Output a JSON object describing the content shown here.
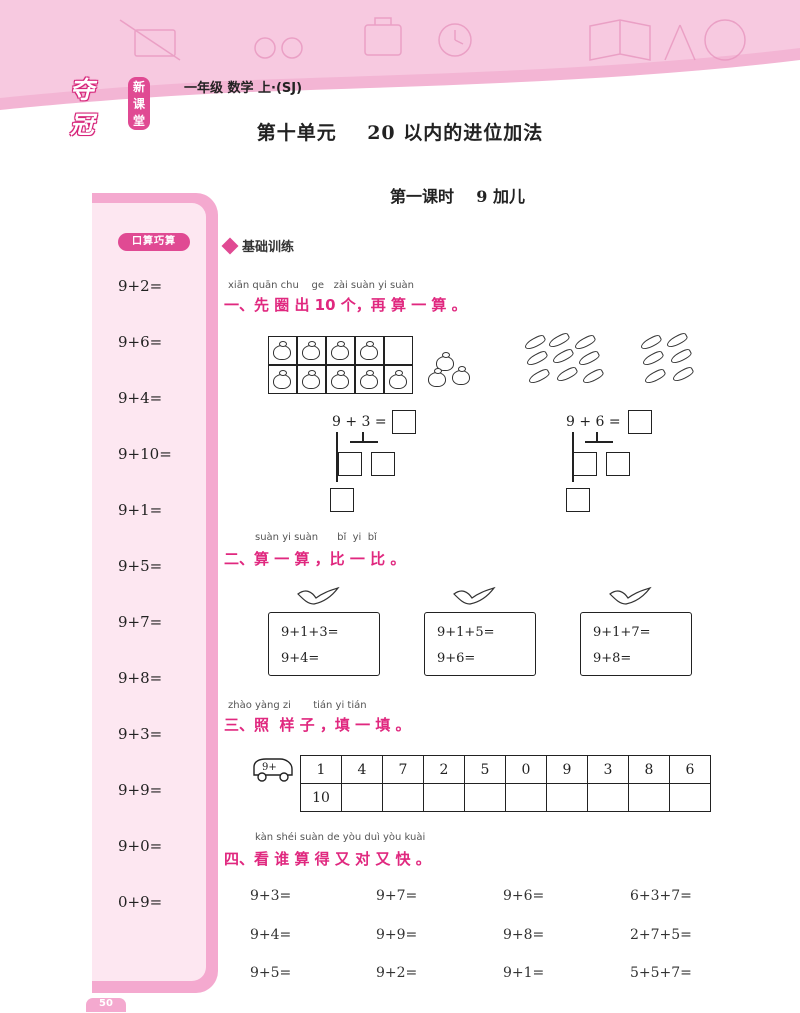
{
  "header": {
    "brand_main": "夺冠",
    "brand_sub": "新课堂",
    "book": "一年级 数学 上·(SJ)"
  },
  "unit_title": "第十单元    20 以内的进位加法",
  "lesson_title": "第一课时    9 加儿",
  "sidebar": {
    "badge": "口算巧算",
    "items": [
      "9+2=",
      "9+6=",
      "9+4=",
      "9+10=",
      "9+1=",
      "9+5=",
      "9+7=",
      "9+8=",
      "9+3=",
      "9+9=",
      "9+0=",
      "0+9="
    ]
  },
  "section_tag": "基础训练",
  "section1": {
    "pinyin": "xiān quān chu    ge   zài suàn yi suàn",
    "title": "一、先 圈 出 10 个，再 算 一 算 。",
    "eq_left": "9 + 3 =",
    "eq_right": "9 + 6 ="
  },
  "section2": {
    "pinyin": "suàn yi suàn      bǐ  yi  bǐ",
    "title": "二、算 一 算 ，比 一 比 。",
    "boxes": [
      {
        "line1": "9+1+3=",
        "line2": "9+4="
      },
      {
        "line1": "9+1+5=",
        "line2": "9+6="
      },
      {
        "line1": "9+1+7=",
        "line2": "9+8="
      }
    ]
  },
  "section3": {
    "pinyin": "zhào yàng zi       tián yi tián",
    "title": "三、照  样 子 ，填 一 填 。",
    "car_label": "9+",
    "top_row": [
      "1",
      "4",
      "7",
      "2",
      "5",
      "0",
      "9",
      "3",
      "8",
      "6"
    ],
    "bottom_row": [
      "10",
      "",
      "",
      "",
      "",
      "",
      "",
      "",
      "",
      ""
    ]
  },
  "section4": {
    "pinyin": "kàn shéi suàn de yòu duì yòu kuài",
    "title": "四、看 谁 算 得 又 对 又 快 。",
    "rows": [
      [
        "9+3=",
        "9+7=",
        "9+6=",
        "6+3+7="
      ],
      [
        "9+4=",
        "9+9=",
        "9+8=",
        "2+7+5="
      ],
      [
        "9+5=",
        "9+2=",
        "9+1=",
        "5+5+7="
      ]
    ]
  },
  "page_number": "50",
  "colors": {
    "accent": "#e0287f",
    "sidebar": "#f4a9cf",
    "banner": "#f3b5d4"
  }
}
